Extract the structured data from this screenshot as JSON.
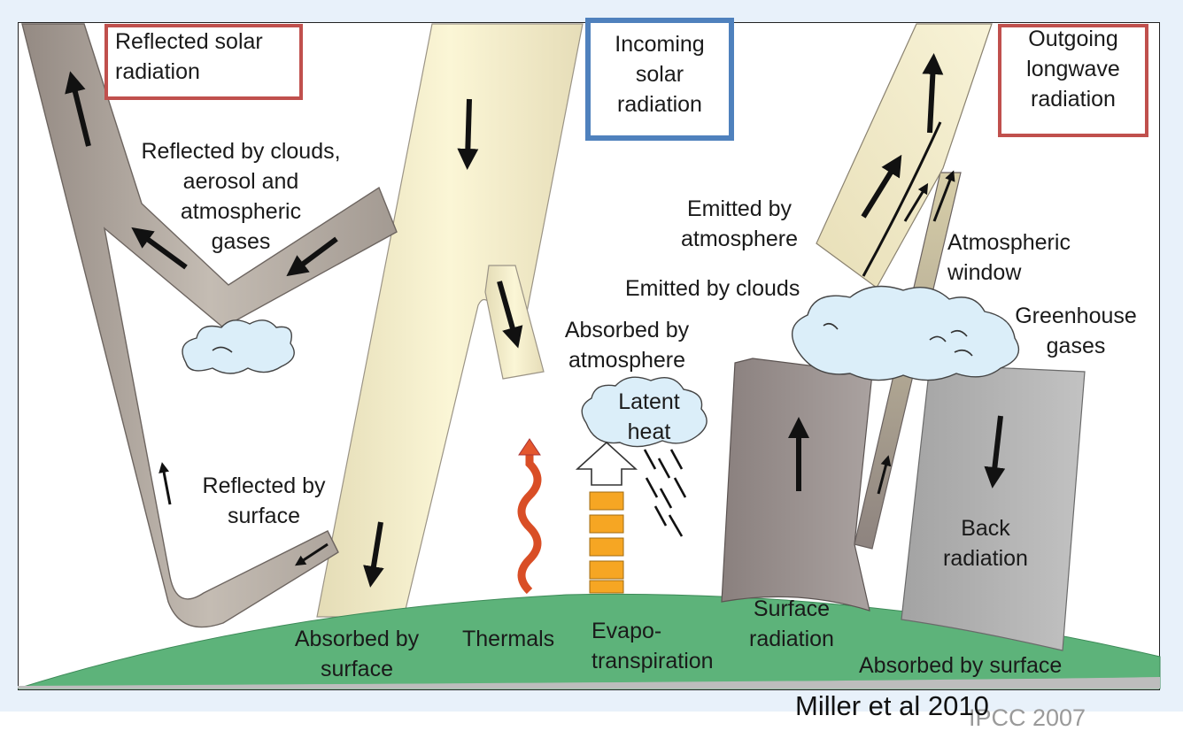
{
  "diagram": {
    "boxes": {
      "reflected_solar": "Reflected solar\nradiation",
      "incoming_solar": "Incoming\nsolar\nradiation",
      "outgoing_longwave": "Outgoing\nlongwave\nradiation"
    },
    "labels": {
      "reflected_clouds": "Reflected by clouds,\naerosol and\natmospheric\ngases",
      "reflected_surface": "Reflected by\nsurface",
      "absorbed_atmosphere": "Absorbed by\natmosphere",
      "latent_heat": "Latent\nheat",
      "emitted_atmosphere": "Emitted by\natmosphere",
      "emitted_clouds": "Emitted by clouds",
      "atmospheric_window": "Atmospheric\nwindow",
      "greenhouse_gases": "Greenhouse\ngases",
      "back_radiation": "Back\nradiation",
      "absorbed_surface_left": "Absorbed by\nsurface",
      "thermals": "Thermals",
      "evapotranspiration": "Evapo-\ntranspiration",
      "surface_radiation": "Surface\nradiation",
      "absorbed_surface_right": "Absorbed by surface"
    },
    "credits": {
      "primary": "Miller et al 2010",
      "secondary": "IPCC 2007"
    },
    "colors": {
      "solar_beam": "#f3eccb",
      "reflected_beam": "#a59c95",
      "surface_beam": "#9a9190",
      "back_beam": "#a9a9a9",
      "ground": "#5db37a",
      "cloud": "#dbeef9",
      "thermals": "#e4572e",
      "evapo": "#f6a623",
      "box_red": "#c0504d",
      "box_blue": "#4f81bd"
    }
  }
}
